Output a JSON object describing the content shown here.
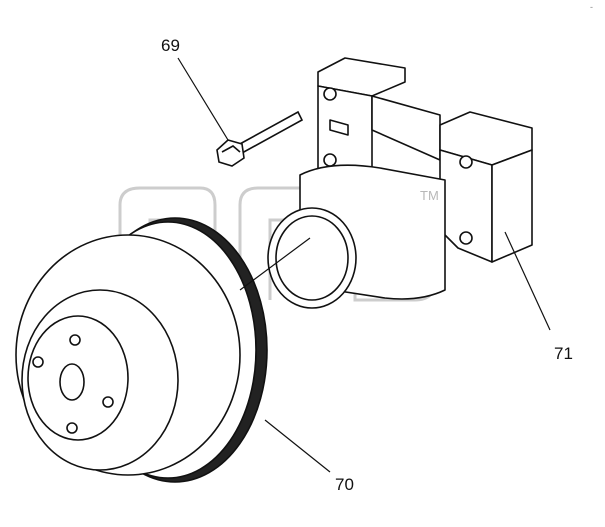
{
  "diagram": {
    "callouts": [
      {
        "id": "69",
        "label": "69",
        "part": "bolt"
      },
      {
        "id": "70",
        "label": "70",
        "part": "pulley"
      },
      {
        "id": "71",
        "label": "71",
        "part": "water-pump-housing"
      }
    ],
    "watermark": {
      "mark": "TM"
    },
    "corner_mark": "-",
    "colors": {
      "line": "#111111",
      "watermark": "#c8c8c8",
      "background": "#ffffff"
    }
  }
}
